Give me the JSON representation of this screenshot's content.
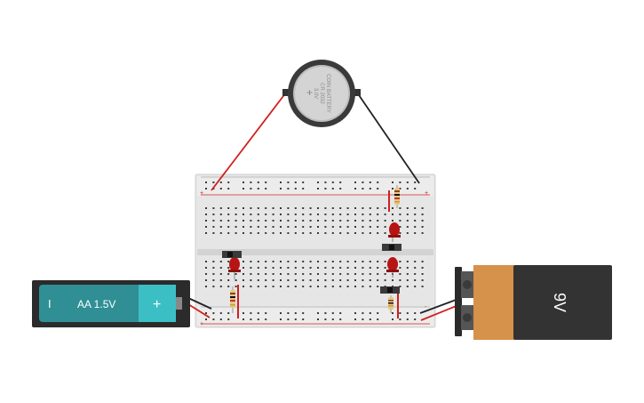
{
  "circuit": {
    "aa_battery": {
      "label": "AA 1.5V",
      "minus": "I",
      "plus": "+"
    },
    "coin_battery": {
      "line1": "COIN BATTERY",
      "line2": "CR 2032",
      "line3": "3.0V",
      "plus": "+"
    },
    "nine_volt_battery": {
      "label": "9V"
    },
    "breadboard": {
      "rail_plus": "+",
      "rail_minus": "-"
    },
    "colors": {
      "wire_red": "#d11f1f",
      "wire_black": "#222222",
      "led_red": "#b81414",
      "aa_teal": "#2f8f94",
      "nine_volt_orange": "#d6914a"
    }
  }
}
